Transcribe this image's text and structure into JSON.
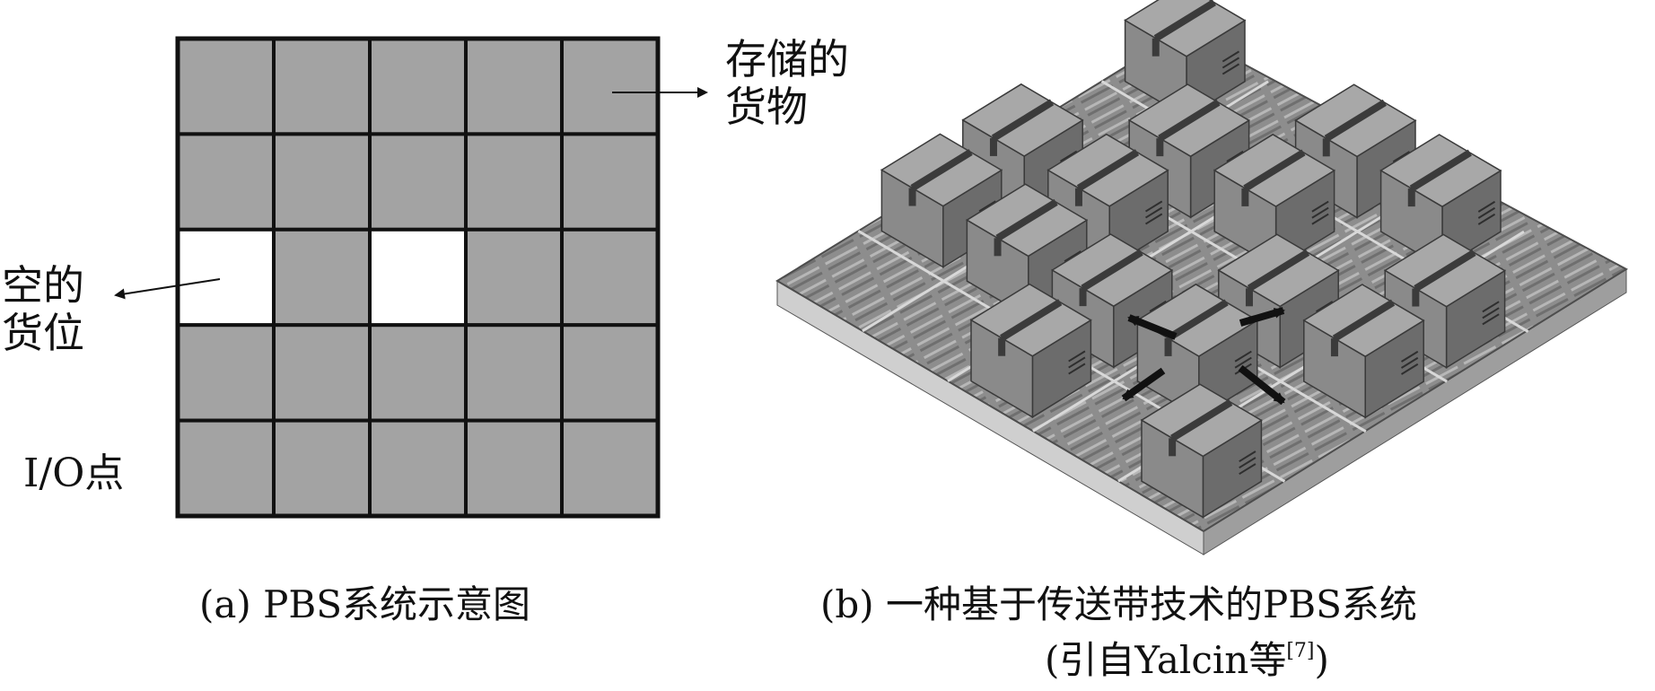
{
  "panel_a": {
    "storage_label_line1": "存储的",
    "storage_label_line2": "货物",
    "empty_label_line1": "空的",
    "empty_label_line2": "货位",
    "io_label": "I/O点",
    "caption": "(a) PBS系统示意图"
  },
  "panel_b": {
    "caption_line1": "(b) 一种基于传送带技术的PBS系统",
    "caption_line2_prefix": "(引自Yalcin等",
    "caption_line2_ref": "[7]",
    "caption_line2_suffix": ")"
  },
  "grid": {
    "rows": 5,
    "cols": 5,
    "empty_cells": [
      [
        2,
        0
      ],
      [
        2,
        2
      ]
    ]
  },
  "colors": {
    "cell_fill": "#a3a3a3",
    "empty_fill": "#ffffff",
    "grid_line": "#111111",
    "box_top": "#a8a8a8",
    "box_left": "#8a8a8a",
    "box_right": "#6c6c6c",
    "floor": "#8f8f8f"
  }
}
